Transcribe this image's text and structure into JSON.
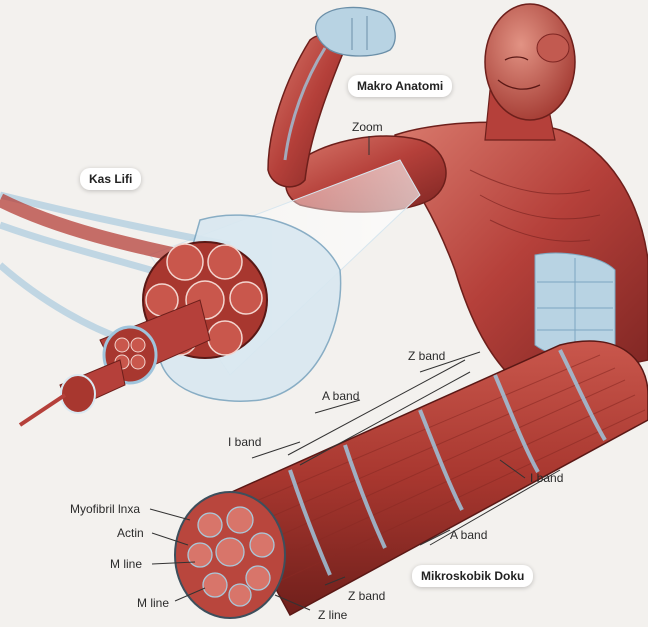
{
  "titles": {
    "macro": "Makro Anatomi",
    "fiber": "Kas Lifi",
    "micro": "Mikroskobik Doku"
  },
  "labels": {
    "zoom": "Zoom",
    "z_band_top": "Z band",
    "a_band_top": "A band",
    "i_band_left": "I band",
    "i_band_right": "I band",
    "a_band_bottom": "A band",
    "z_band_bottom": "Z band",
    "myofibril": "Myofibril lnxa",
    "actin": "Actin",
    "m_line_1": "M line",
    "m_line_2": "M line",
    "z_line": "Z line"
  },
  "colors": {
    "muscle": "#b5403a",
    "muscle_dark": "#7d2522",
    "muscle_light": "#d8756a",
    "connective": "#9fc4dc",
    "background": "#f3f1ee"
  }
}
